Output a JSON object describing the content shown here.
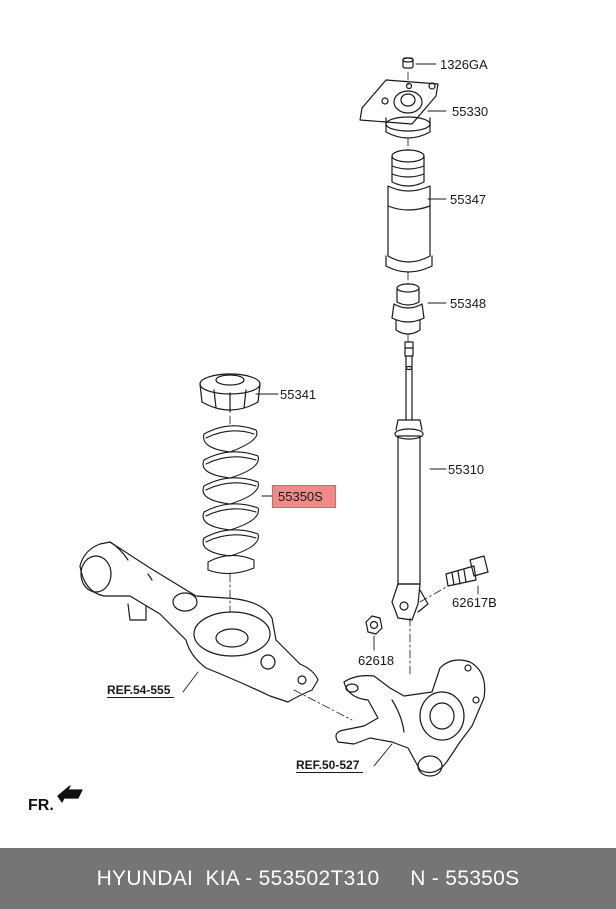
{
  "callouts": {
    "nut_top": "1326GA",
    "insulator": "55330",
    "dust_cover": "55347",
    "bumper": "55348",
    "spring_pad": "55341",
    "spring": "55350S",
    "shock_absorber": "55310",
    "bolt": "62617B",
    "nut_lower": "62618"
  },
  "references": {
    "lower_arm": "REF.54-555",
    "knuckle": "REF.50-527"
  },
  "direction": {
    "label": "FR."
  },
  "footer": {
    "text": "HYUNDAI  KIA - 553502T310     N - 55350S"
  },
  "colors": {
    "highlight": "#f08a8a",
    "footer_bg": "#757575",
    "line": "#1a1a1a"
  }
}
